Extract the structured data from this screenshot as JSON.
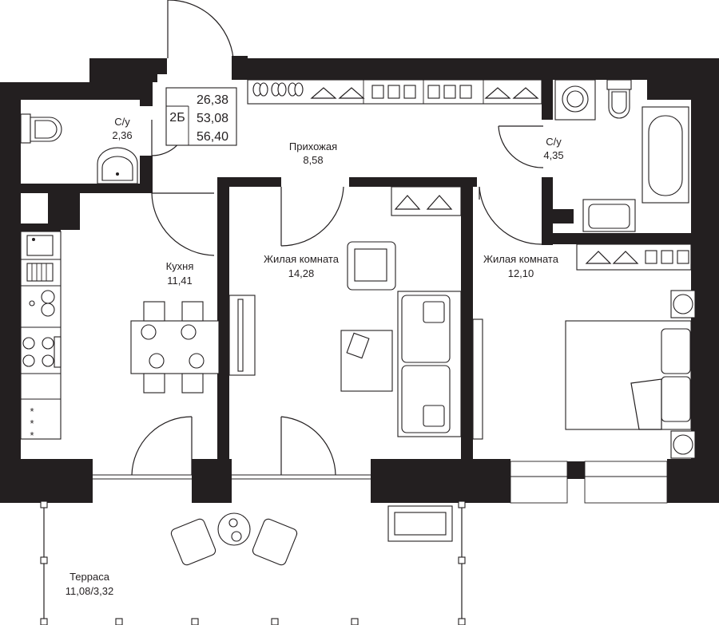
{
  "rooms": {
    "bathroom1": {
      "name": "С/у",
      "area": "2,36"
    },
    "hallway": {
      "name": "Прихожая",
      "area": "8,58"
    },
    "bathroom2": {
      "name": "С/у",
      "area": "4,35"
    },
    "kitchen": {
      "name": "Кухня",
      "area": "11,41"
    },
    "living1": {
      "name": "Жилая комната",
      "area": "14,28"
    },
    "living2": {
      "name": "Жилая комната",
      "area": "12,10"
    },
    "terrace": {
      "name": "Терраса",
      "area": "11,08/3,32"
    }
  },
  "apartment": {
    "type": "2Б",
    "area_living": "26,38",
    "area_total": "53,08",
    "area_with_terrace": "56,40"
  }
}
